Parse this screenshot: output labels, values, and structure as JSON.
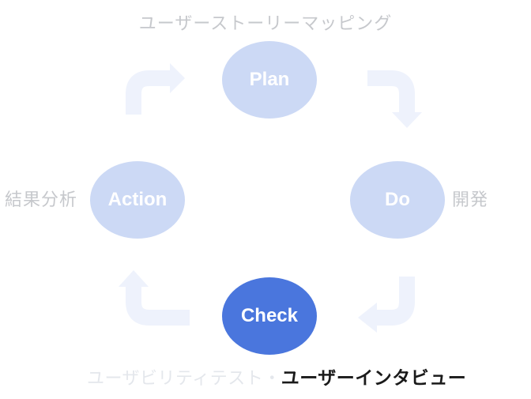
{
  "diagram": {
    "top_title": "ユーザーストーリーマッピング",
    "cycle": "PDCA",
    "nodes": [
      {
        "id": "plan",
        "label": "Plan",
        "state": "inactive",
        "position": "top"
      },
      {
        "id": "do",
        "label": "Do",
        "state": "inactive",
        "position": "right"
      },
      {
        "id": "check",
        "label": "Check",
        "state": "active",
        "position": "bottom"
      },
      {
        "id": "action",
        "label": "Action",
        "state": "inactive",
        "position": "left"
      }
    ],
    "labels": {
      "right_of_do": "開発",
      "left_of_action": "結果分析",
      "bottom_muted": "ユーザビリティテスト・",
      "bottom_active": "ユーザーインタビュー"
    },
    "colors": {
      "node_inactive_fill": "#ccd9f5",
      "node_active_fill": "#4a76dd",
      "node_text": "#ffffff",
      "arrow_fill": "#eef2fc",
      "muted_label_text": "#c6c8cc",
      "faint_label_text": "#e4e7ec",
      "active_label_text": "#1a1a1a",
      "background": "#ffffff"
    }
  }
}
